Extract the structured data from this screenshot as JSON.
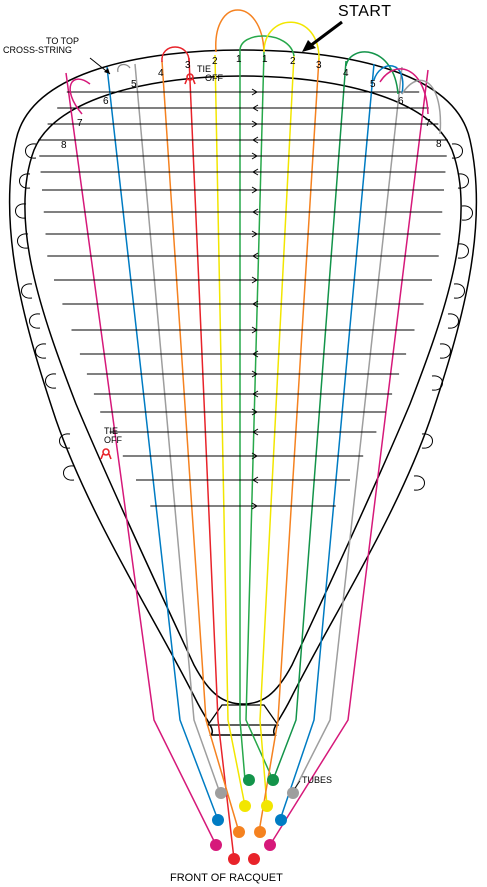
{
  "labels": {
    "start": "START",
    "to_top_line1": "TO TOP",
    "to_top_line2": "CROSS-STRING",
    "tie_off_word1": "TIE",
    "tie_off_word2": "OFF",
    "tubes": "TUBES",
    "front": "FRONT OF RACQUET"
  },
  "mains": {
    "right": [
      {
        "number": "1",
        "color": "#27a84a"
      },
      {
        "number": "2",
        "color": "#f2e600"
      },
      {
        "number": "3",
        "color": "#f58220"
      },
      {
        "number": "4",
        "color": "#13944a"
      },
      {
        "number": "5",
        "color": "#007cc3"
      },
      {
        "number": "6",
        "color": "#9e9e9e"
      },
      {
        "number": "7",
        "color": "#d6197a"
      },
      {
        "number": "8",
        "color": null
      }
    ],
    "left": [
      {
        "number": "1",
        "color": "#27a84a"
      },
      {
        "number": "2",
        "color": "#f2e600"
      },
      {
        "number": "3",
        "color": "#e8232a"
      },
      {
        "number": "4",
        "color": "#f58220"
      },
      {
        "number": "5",
        "color": "#9e9e9e"
      },
      {
        "number": "6",
        "color": "#007cc3"
      },
      {
        "number": "7",
        "color": null
      },
      {
        "number": "8",
        "color": "#d6197a"
      }
    ]
  },
  "tubes": [
    {
      "color": "#13944a"
    },
    {
      "color": "#13944a"
    },
    {
      "color": "#9e9e9e"
    },
    {
      "color": "#f2e600"
    },
    {
      "color": "#f2e600"
    },
    {
      "color": "#9e9e9e"
    },
    {
      "color": "#007cc3"
    },
    {
      "color": "#f58220"
    },
    {
      "color": "#f58220"
    },
    {
      "color": "#007cc3"
    },
    {
      "color": "#d6197a"
    },
    {
      "color": "#e8232a"
    },
    {
      "color": "#e8232a"
    },
    {
      "color": "#d6197a"
    }
  ],
  "colors": {
    "frame": "#000000",
    "tie_off_marker": "#e8232a",
    "cross_string": "#000000"
  }
}
